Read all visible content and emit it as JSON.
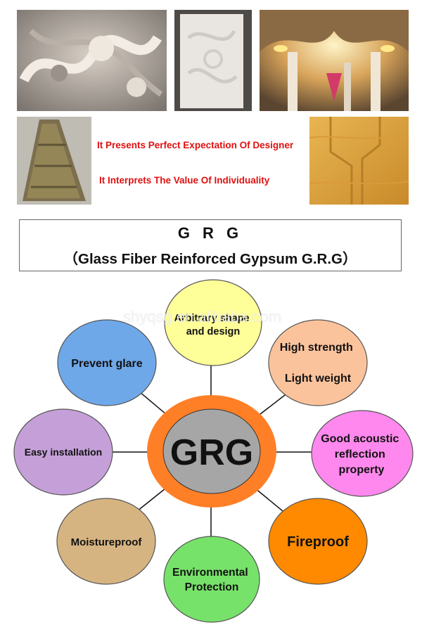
{
  "photos": {
    "dragon_relief": "dragon-relief-photo",
    "white_panel": "white-carved-panel-photo",
    "ceiling_hall": "lit-ceiling-hall-photo",
    "carved_slab": "carved-slab-photo",
    "wood_panel": "wood-texture-panel-photo"
  },
  "taglines": {
    "line1": "It Presents Perfect Expectation Of Designer",
    "line2": "It Interprets The Value Of Individuality"
  },
  "title": {
    "main": "G R G",
    "sub": "（Glass Fiber Reinforced Gypsum G.R.G）"
  },
  "watermark": "shyqsg.en.alibaba.com",
  "center": {
    "label": "GRG",
    "ring_color": "#ff7f27",
    "core_color": "#a6a6a6"
  },
  "features": [
    {
      "key": "arbitrary",
      "lines": [
        "Arbitrary shape",
        "and design"
      ],
      "color": "#ffff99"
    },
    {
      "key": "strength",
      "lines": [
        "High strength",
        "Light weight"
      ],
      "color": "#fbc39c"
    },
    {
      "key": "acoustic",
      "lines": [
        "Good acoustic",
        "reflection",
        "property"
      ],
      "color": "#ff88ee"
    },
    {
      "key": "fireproof",
      "lines": [
        "Fireproof"
      ],
      "color": "#ff8a00"
    },
    {
      "key": "environmental",
      "lines": [
        "Environmental",
        "Protection"
      ],
      "color": "#77e26a"
    },
    {
      "key": "moistureproof",
      "lines": [
        "Moistureproof"
      ],
      "color": "#d6b482"
    },
    {
      "key": "installation",
      "lines": [
        "Easy installation"
      ],
      "color": "#c5a0d8"
    },
    {
      "key": "glare",
      "lines": [
        "Prevent glare"
      ],
      "color": "#6fa8e8"
    }
  ]
}
